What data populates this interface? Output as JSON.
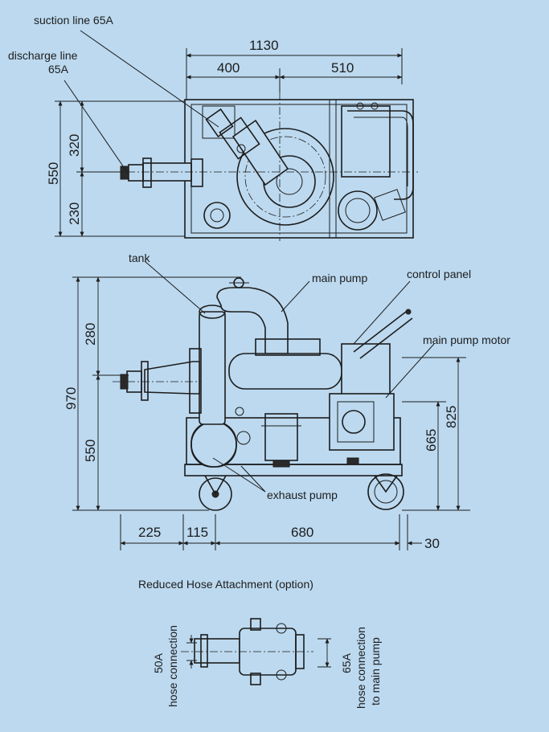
{
  "labels": {
    "suction_line": "suction line 65A",
    "discharge_line_1": "discharge line",
    "discharge_line_2": "65A",
    "tank": "tank",
    "main_pump": "main pump",
    "control_panel": "control panel",
    "main_pump_motor": "main pump motor",
    "exhaust_pump": "exhaust pump",
    "reduced_hose_title": "Reduced Hose Attachment (option)",
    "hose_conn_50a_1": "50A",
    "hose_conn_50a_2": "hose connection",
    "hose_conn_65a_1": "65A",
    "hose_conn_65a_2": "hose connection",
    "hose_conn_65a_3": "to main pump"
  },
  "dimensions": {
    "top_total": "1130",
    "top_left": "400",
    "top_right": "510",
    "top_height": "550",
    "top_upper": "320",
    "top_lower": "230",
    "side_total_height": "970",
    "side_upper": "280",
    "side_lower": "550",
    "side_825": "825",
    "side_665": "665",
    "bottom_225": "225",
    "bottom_115": "115",
    "bottom_680": "680",
    "bottom_30": "30"
  },
  "colors": {
    "background": "#bcd9ef",
    "line": "#1d1d1d"
  }
}
